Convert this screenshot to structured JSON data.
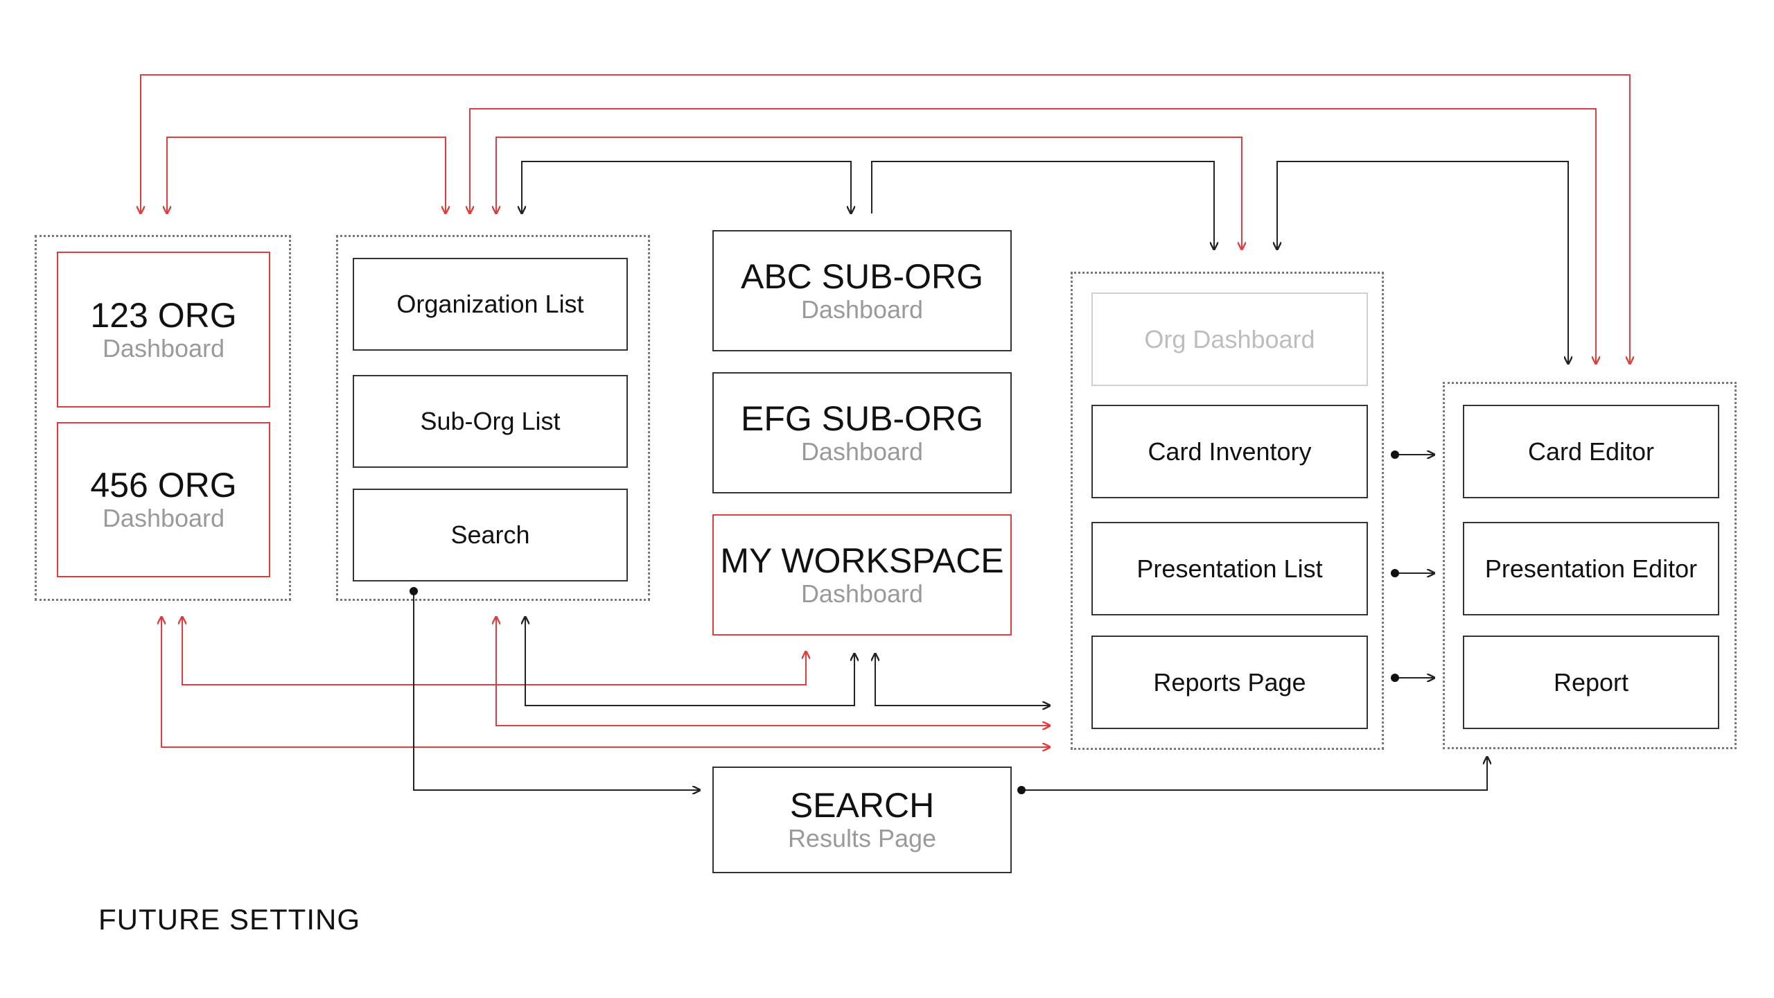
{
  "diagram": {
    "caption": "FUTURE SETTING",
    "org_dashboards": [
      {
        "title": "123 ORG",
        "subtitle": "Dashboard"
      },
      {
        "title": "456 ORG",
        "subtitle": "Dashboard"
      }
    ],
    "lists": [
      {
        "label": "Organization List"
      },
      {
        "label": "Sub-Org List"
      },
      {
        "label": "Search"
      }
    ],
    "sub_orgs": [
      {
        "title": "ABC SUB-ORG",
        "subtitle": "Dashboard"
      },
      {
        "title": "EFG SUB-ORG",
        "subtitle": "Dashboard"
      },
      {
        "title": "MY WORKSPACE",
        "subtitle": "Dashboard"
      }
    ],
    "pages": [
      {
        "label": "Org Dashboard"
      },
      {
        "label": "Card Inventory"
      },
      {
        "label": "Presentation List"
      },
      {
        "label": "Reports Page"
      }
    ],
    "editors": [
      {
        "label": "Card Editor"
      },
      {
        "label": "Presentation Editor"
      },
      {
        "label": "Report"
      }
    ],
    "search_results": {
      "title": "SEARCH",
      "subtitle": "Results Page"
    },
    "colors": {
      "red_link": "#e23b3b",
      "black_link": "#222222",
      "faint": "#bdbdbd"
    }
  }
}
